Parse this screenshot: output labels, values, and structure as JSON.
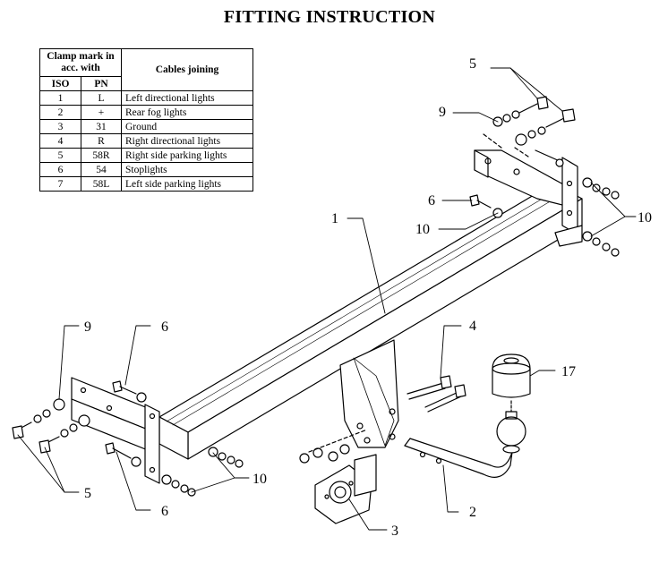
{
  "title": "FITTING INSTRUCTION",
  "table": {
    "header_clamp": "Clamp mark in acc. with",
    "header_cables": "Cables joining",
    "col_iso": "ISO",
    "col_pn": "PN",
    "rows": [
      {
        "iso": "1",
        "pn": "L",
        "cable": "Left directional lights"
      },
      {
        "iso": "2",
        "pn": "+",
        "cable": "Rear fog lights"
      },
      {
        "iso": "3",
        "pn": "31",
        "cable": "Ground"
      },
      {
        "iso": "4",
        "pn": "R",
        "cable": "Right directional lights"
      },
      {
        "iso": "5",
        "pn": "58R",
        "cable": "Right side parking lights"
      },
      {
        "iso": "6",
        "pn": "54",
        "cable": "Stoplights"
      },
      {
        "iso": "7",
        "pn": "58L",
        "cable": "Left side parking lights"
      }
    ]
  },
  "callouts": {
    "c1": "1",
    "c2": "2",
    "c3": "3",
    "c4": "4",
    "c5_top": "5",
    "c5_bottom": "5",
    "c6_top": "6",
    "c6_mid": "6",
    "c6_bottom": "6",
    "c9_top": "9",
    "c9_left": "9",
    "c10_top": "10",
    "c10_right": "10",
    "c10_bottom": "10",
    "c17": "17"
  }
}
